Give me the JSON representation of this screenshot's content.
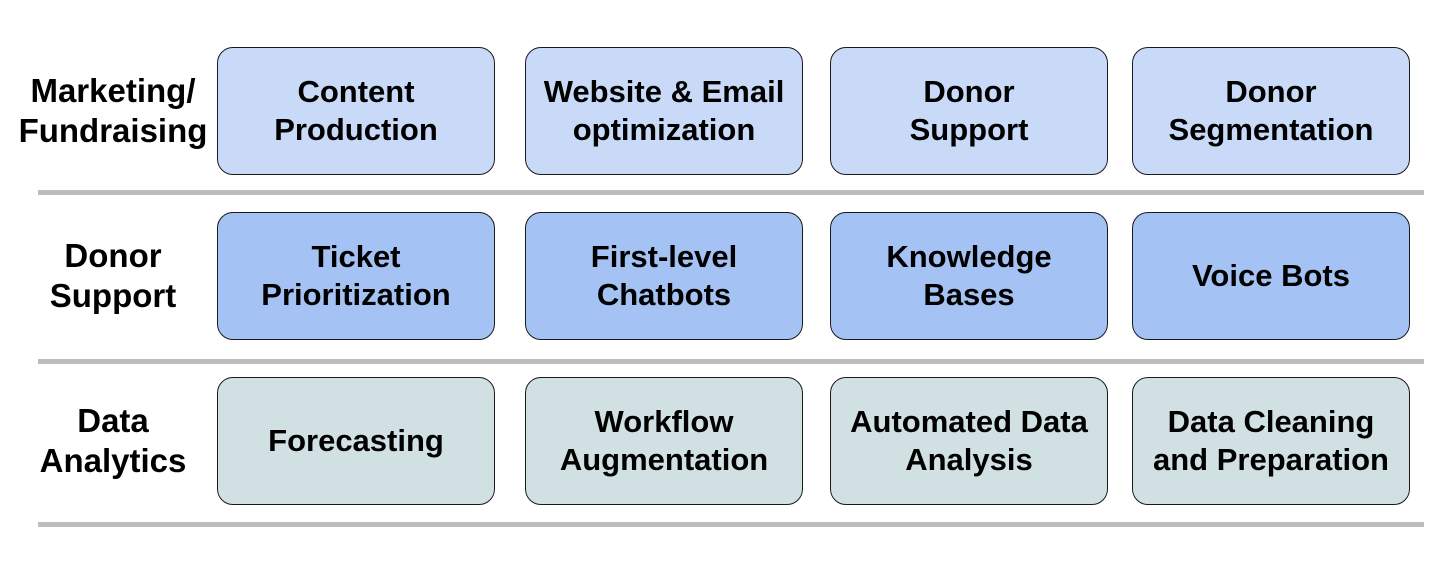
{
  "colors": {
    "marketing_card": "#c9daf8",
    "support_card": "#a4c2f4",
    "analytics_card": "#d0e0e3",
    "divider": "#bdbdbd",
    "border": "#1a1a1a"
  },
  "rows": [
    {
      "label_lines": [
        "Marketing/",
        "Fundraising"
      ],
      "cards": [
        {
          "lines": [
            "Content",
            "Production"
          ]
        },
        {
          "lines": [
            "Website & Email",
            "optimization"
          ]
        },
        {
          "lines": [
            "Donor",
            "Support"
          ]
        },
        {
          "lines": [
            "Donor",
            "Segmentation"
          ]
        }
      ]
    },
    {
      "label_lines": [
        "Donor",
        "Support"
      ],
      "cards": [
        {
          "lines": [
            "Ticket",
            "Prioritization"
          ]
        },
        {
          "lines": [
            "First-level",
            "Chatbots"
          ]
        },
        {
          "lines": [
            "Knowledge",
            "Bases"
          ]
        },
        {
          "lines": [
            "Voice Bots"
          ]
        }
      ]
    },
    {
      "label_lines": [
        "Data",
        "Analytics"
      ],
      "cards": [
        {
          "lines": [
            "Forecasting"
          ]
        },
        {
          "lines": [
            "Workflow",
            "Augmentation"
          ]
        },
        {
          "lines": [
            "Automated Data",
            "Analysis"
          ]
        },
        {
          "lines": [
            "Data Cleaning",
            "and Preparation"
          ]
        }
      ]
    }
  ]
}
